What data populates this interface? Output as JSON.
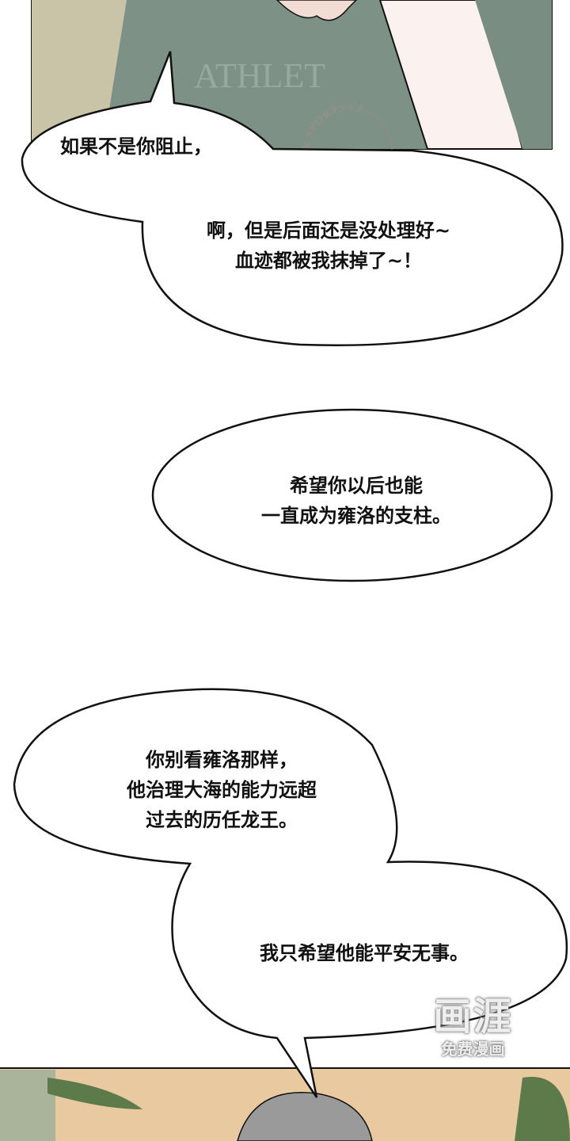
{
  "panels": {
    "top": {
      "shirt_print": "ATHLET",
      "badge_print": "K SPORTS CL"
    },
    "bottom": {}
  },
  "bubbles": [
    {
      "lines": [
        "如果不是你阻止，"
      ]
    },
    {
      "lines": [
        "啊，但是后面还是没处理好~",
        "血迹都被我抹掉了~！"
      ]
    },
    {
      "lines": [
        "希望你以后也能",
        "一直成为雍洛的支柱。"
      ]
    },
    {
      "lines": [
        "你别看雍洛那样，",
        "他治理大海的能力远超",
        "过去的历任龙王。"
      ]
    },
    {
      "lines": [
        "我只希望他能平安无事。"
      ]
    }
  ],
  "watermark": {
    "logo": "画涯",
    "tagline": "免费漫画"
  },
  "colors": {
    "shirt": "#7d9186",
    "skin": "#fbf1ee",
    "wall": "#e8c9a0",
    "plant": "#5c7a4a"
  }
}
